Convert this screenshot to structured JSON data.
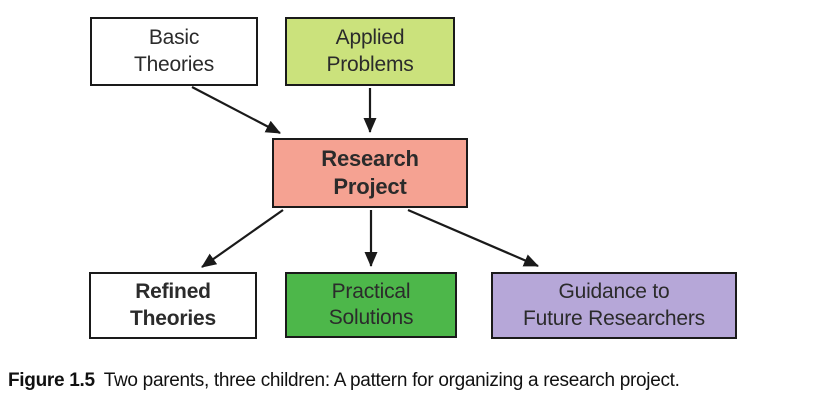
{
  "diagram": {
    "title_semantic": "Two parents, three children research project pattern",
    "border_color": "#1a1a1a",
    "arrow_color": "#1a1a1a",
    "nodes": {
      "basic_theories": {
        "line1": "Basic",
        "line2": "Theories",
        "bg": "#ffffff",
        "role": "parent"
      },
      "applied_problems": {
        "line1": "Applied",
        "line2": "Problems",
        "bg": "#cbe27c",
        "role": "parent"
      },
      "research_project": {
        "line1": "Research",
        "line2": "Project",
        "bg": "#f5a292",
        "role": "center"
      },
      "refined_theories": {
        "line1": "Refined",
        "line2": "Theories",
        "bg": "#ffffff",
        "role": "child"
      },
      "practical_solutions": {
        "line1": "Practical",
        "line2": "Solutions",
        "bg": "#4db74a",
        "role": "child"
      },
      "guidance": {
        "line1": "Guidance to",
        "line2": "Future Researchers",
        "bg": "#b6a7d8",
        "role": "child"
      }
    },
    "edges": [
      {
        "from": "basic_theories",
        "to": "research_project"
      },
      {
        "from": "applied_problems",
        "to": "research_project"
      },
      {
        "from": "research_project",
        "to": "refined_theories"
      },
      {
        "from": "research_project",
        "to": "practical_solutions"
      },
      {
        "from": "research_project",
        "to": "guidance"
      }
    ]
  },
  "caption": {
    "label": "Figure 1.5",
    "text": "Two parents, three children: A pattern for organizing a research project."
  }
}
